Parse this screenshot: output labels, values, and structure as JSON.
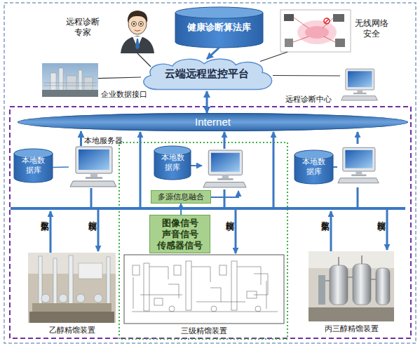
{
  "diagram": {
    "nodes": [
      {
        "text": [
          "远程诊断专家"
        ]
      },
      {
        "text": [
          "健康诊断算法库"
        ]
      },
      {
        "text": [
          "无线网络安全"
        ]
      },
      {
        "text": [
          "云端远程监控平台"
        ]
      },
      {
        "text": [
          "企业数据接口"
        ]
      },
      {
        "text": [
          "远程诊断中心"
        ]
      },
      {
        "text": [
          "Internet"
        ]
      },
      {
        "text": [
          "本地服务器"
        ]
      },
      {
        "text": [
          "本地数据库"
        ]
      },
      {
        "text": [
          "本地数据库"
        ]
      },
      {
        "text": [
          "本地数据库"
        ]
      },
      {
        "text": [
          "多源信息融合"
        ]
      },
      {
        "text": [
          "图像信号 声音信号 传感器信号"
        ]
      },
      {
        "text": [
          "乙醇精馏装置"
        ]
      },
      {
        "text": [
          "三级精馏装置"
        ]
      },
      {
        "text": [
          "丙三醇精馏装置"
        ]
      }
    ],
    "edges": [
      {
        "from": 0,
        "to": 3,
        "arrow": "none"
      },
      {
        "from": 1,
        "to": 3,
        "arrow": "to"
      },
      {
        "from": 2,
        "to": 3,
        "arrow": "none"
      },
      {
        "from": 4,
        "to": 3,
        "arrow": "none"
      },
      {
        "from": 5,
        "to": 3,
        "arrow": "none"
      },
      {
        "from": 3,
        "to": 6,
        "arrow": "both"
      },
      {
        "from": 7,
        "to": 6,
        "arrow": "to"
      },
      {
        "from": 8,
        "to": 7,
        "arrow": "none"
      },
      {
        "from": 12,
        "to": 11,
        "arrow": "to"
      }
    ],
    "labels": [
      "数据采集",
      "控制模块",
      "控制模块",
      "数据采集",
      "控制模块"
    ]
  }
}
